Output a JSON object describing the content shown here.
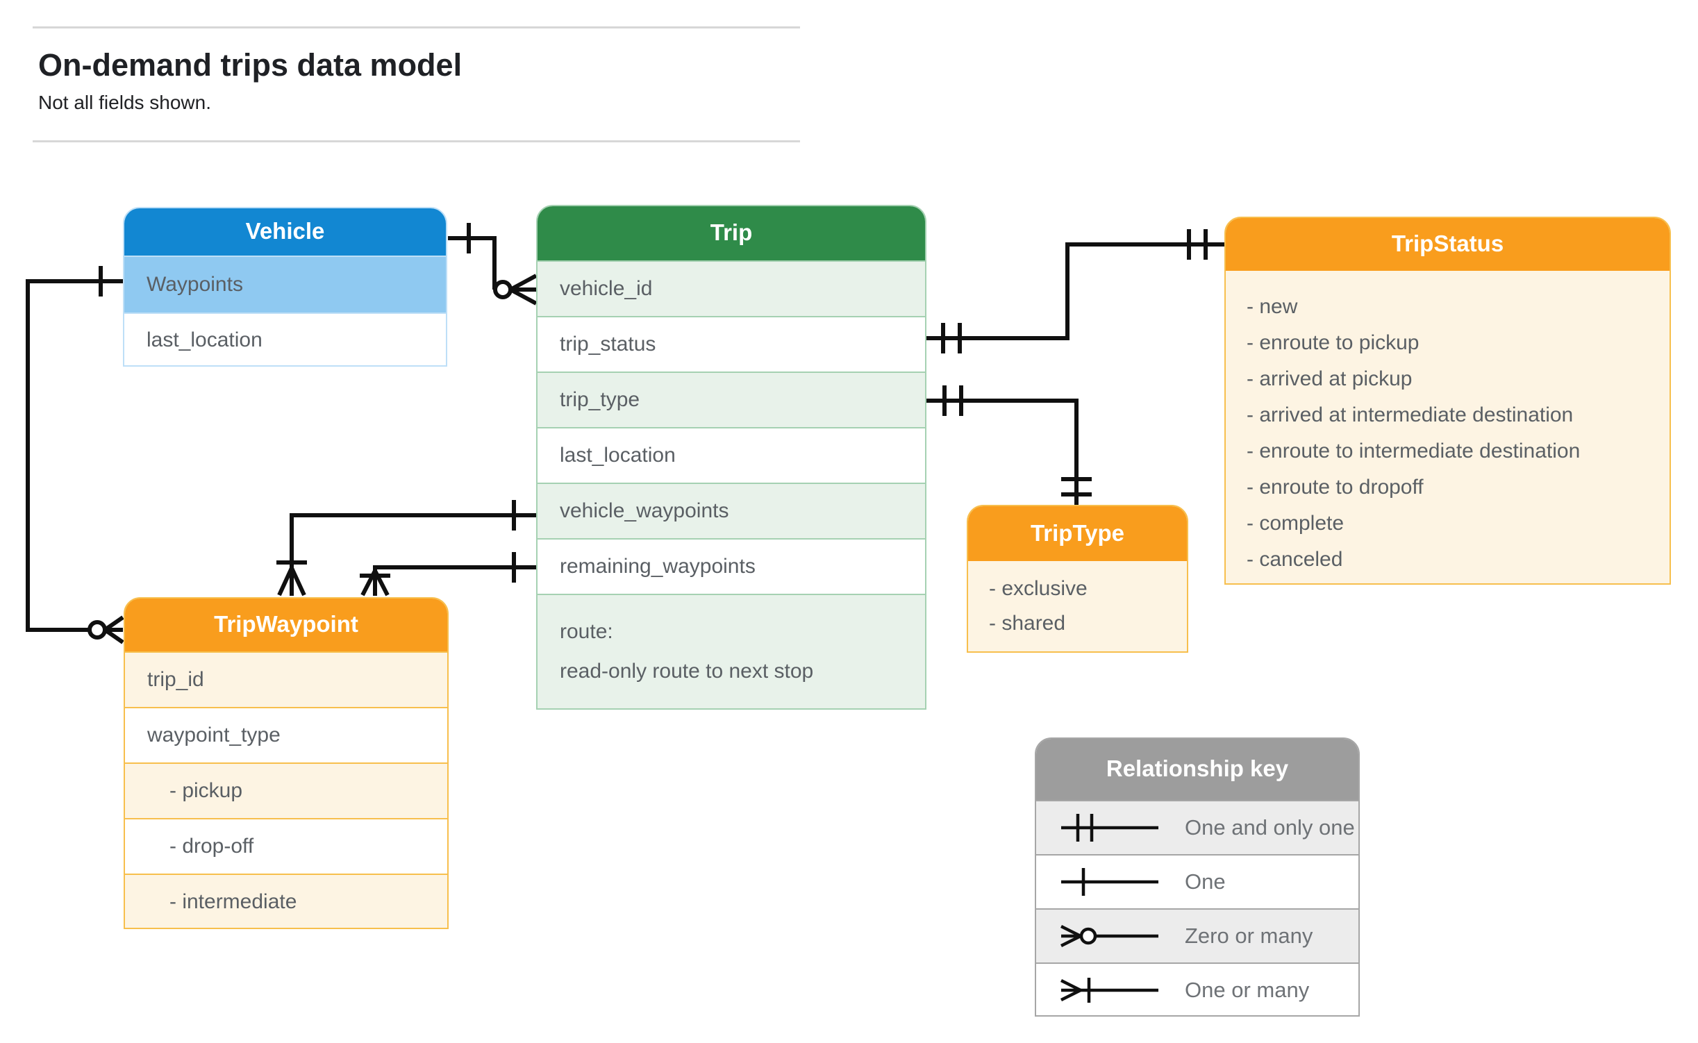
{
  "page": {
    "title": "On-demand trips data model",
    "subtitle": "Not all fields shown."
  },
  "entities": {
    "vehicle": {
      "title": "Vehicle",
      "fields": [
        "Waypoints",
        "last_location"
      ]
    },
    "trip": {
      "title": "Trip",
      "fields": [
        "vehicle_id",
        "trip_status",
        "trip_type",
        "last_location",
        "vehicle_waypoints",
        "remaining_waypoints"
      ],
      "route_label": "route:",
      "route_note": "read-only route to next stop"
    },
    "tripstatus": {
      "title": "TripStatus",
      "values": [
        "- new",
        "- enroute to pickup",
        "- arrived at pickup",
        "- arrived at intermediate destination",
        "- enroute to intermediate destination",
        "- enroute to dropoff",
        "- complete",
        "- canceled"
      ]
    },
    "triptype": {
      "title": "TripType",
      "values": [
        "- exclusive",
        "- shared"
      ]
    },
    "tripwaypoint": {
      "title": "TripWaypoint",
      "fields": [
        "trip_id",
        "waypoint_type"
      ],
      "subvalues": [
        "- pickup",
        "- drop-off",
        "- intermediate"
      ]
    }
  },
  "legend": {
    "title": "Relationship key",
    "items": [
      "One and only one",
      "One",
      "Zero or many",
      "One or many"
    ]
  },
  "colors": {
    "vehicle_header": "#1287d2",
    "vehicle_highlight_row": "#8fc9f1",
    "trip_header": "#2f8b49",
    "trip_row": "#e8f2ea",
    "trip_border": "#a5d1b2",
    "orange_header": "#f99d1d",
    "orange_row": "#fdf4e3",
    "orange_border": "#f7bf4d",
    "legend_header": "#9d9d9d",
    "legend_row": "#ececec",
    "connector": "#101010",
    "field_text": "#5a5f64"
  }
}
